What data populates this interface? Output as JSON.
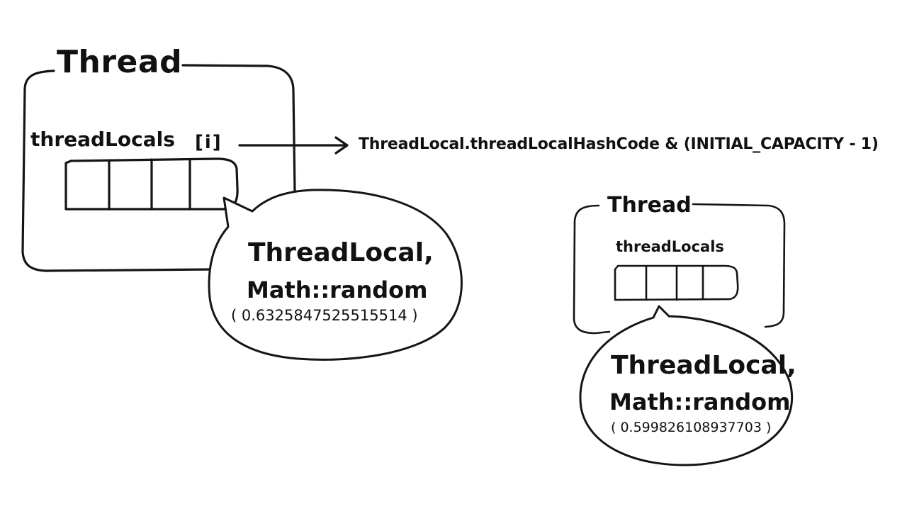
{
  "diagram": {
    "thread_main": {
      "title": "Thread",
      "field_label": "threadLocals",
      "index_label": "[i]",
      "array_slots": 4
    },
    "hash_expression": "ThreadLocal.threadLocalHashCode & (INITIAL_CAPACITY - 1)",
    "bubble_main": {
      "line1": "ThreadLocal,",
      "line2": "Math::random",
      "line3": "( 0.6325847525515514 )"
    },
    "thread_second": {
      "title": "Thread",
      "field_label": "threadLocals",
      "array_slots": 4
    },
    "bubble_second": {
      "line1": "ThreadLocal,",
      "line2": "Math::random",
      "line3": "( 0.599826108937703 )"
    },
    "colors": {
      "ink": "#151515",
      "background": "#ffffff"
    }
  }
}
